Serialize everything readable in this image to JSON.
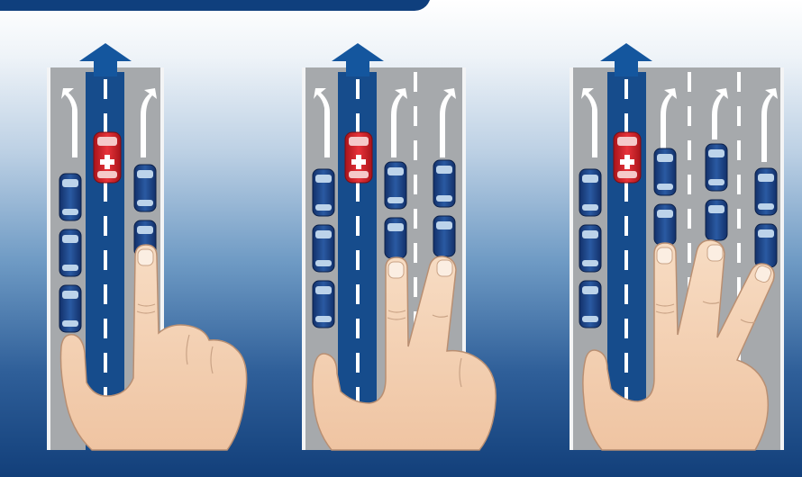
{
  "colors": {
    "header": "#0f3f7d",
    "road": "#a6a9ac",
    "road_edge": "#f6f7f8",
    "lane_mark": "#ffffff",
    "rescue_lane": "#164c8c",
    "rescue_arrow": "#14569e",
    "car_body": "#1f3f7a",
    "car_window": "#bcd3ea",
    "ambulance": "#d72128",
    "skin": "#f4d1b3",
    "skin_outline": "#b98f72"
  },
  "panels": [
    {
      "lanes": 2,
      "gesture": "index-finger"
    },
    {
      "lanes": 3,
      "gesture": "two-fingers"
    },
    {
      "lanes": 4,
      "gesture": "three-fingers"
    }
  ]
}
